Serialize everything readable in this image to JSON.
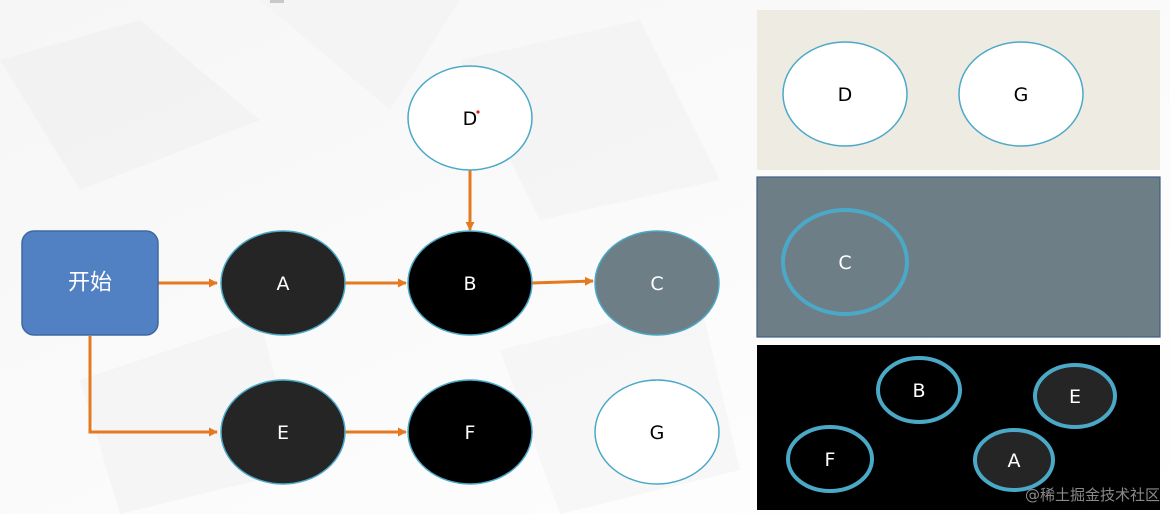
{
  "diagram": {
    "start_label": "开始",
    "flow_nodes": {
      "a": "A",
      "b": "B",
      "c": "C",
      "d": "D",
      "e": "E",
      "f": "F",
      "g": "G"
    },
    "edges": [
      {
        "from": "开始",
        "to": "A"
      },
      {
        "from": "A",
        "to": "B"
      },
      {
        "from": "B",
        "to": "C"
      },
      {
        "from": "D",
        "to": "B"
      },
      {
        "from": "开始",
        "to": "E"
      },
      {
        "from": "E",
        "to": "F"
      }
    ],
    "colors": {
      "start_fill": "#5181c2",
      "start_stroke": "#3f68a3",
      "dark_fill": "#252525",
      "black_fill": "#000000",
      "gray_fill": "#6e7e86",
      "white_fill": "#ffffff",
      "node_stroke": "#4ba9c8",
      "edge": "#e4791f",
      "panel_cream": "#eeebe2",
      "panel_gray": "#6e7e86",
      "panel_black": "#000000"
    }
  },
  "panels": {
    "top": {
      "nodes": [
        "D",
        "G"
      ]
    },
    "middle": {
      "nodes": [
        "C"
      ]
    },
    "bottom": {
      "nodes": [
        "B",
        "E",
        "F",
        "A"
      ]
    }
  },
  "watermark": "@稀土掘金技术社区"
}
